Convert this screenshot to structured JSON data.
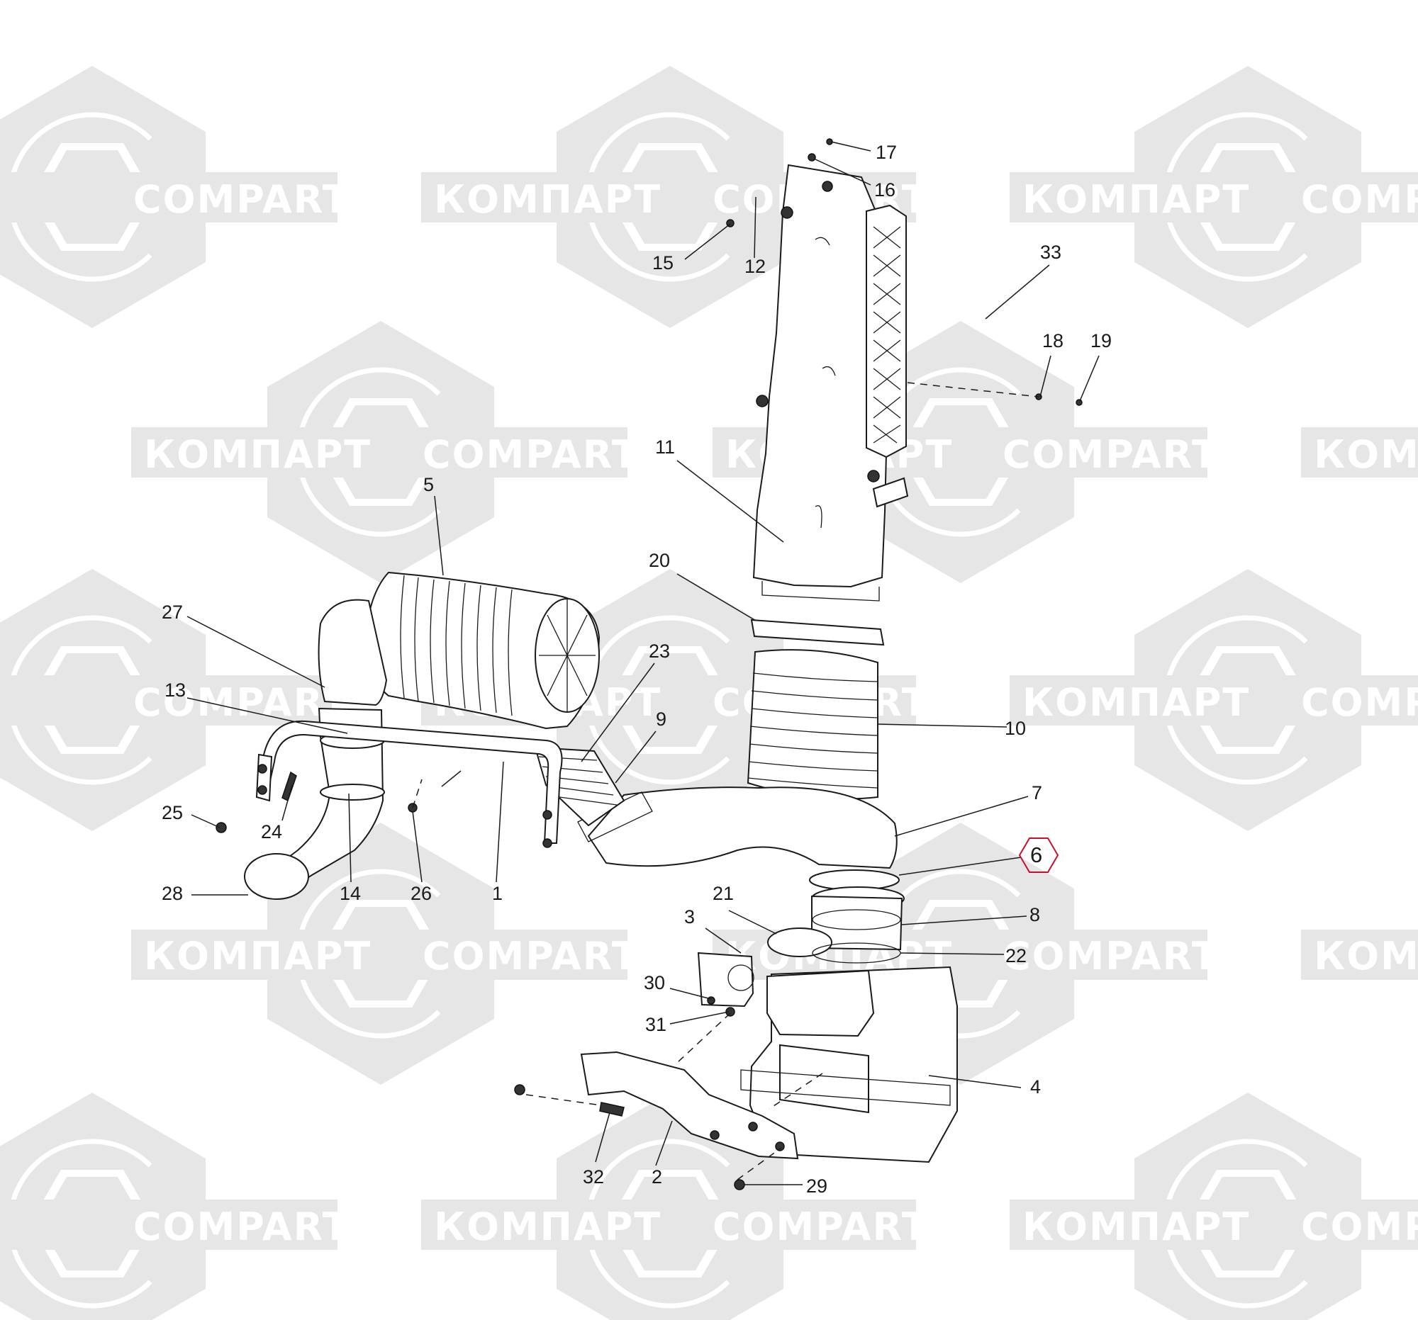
{
  "watermark": {
    "brand_latin": "COMPART",
    "brand_cyrillic": "КОМПАРТ",
    "color": "#e6e6e6"
  },
  "highlight_color": "#c8102e",
  "highlighted_callout": "6",
  "callouts": {
    "c1": "1",
    "c2": "2",
    "c3": "3",
    "c4": "4",
    "c5": "5",
    "c6": "6",
    "c7": "7",
    "c8": "8",
    "c9": "9",
    "c10": "10",
    "c11": "11",
    "c12": "12",
    "c13": "13",
    "c14": "14",
    "c15": "15",
    "c16": "16",
    "c17": "17",
    "c18": "18",
    "c19": "19",
    "c20": "20",
    "c21": "21",
    "c22": "22",
    "c23": "23",
    "c24": "24",
    "c25": "25",
    "c26": "26",
    "c27": "27",
    "c28": "28",
    "c29": "29",
    "c30": "30",
    "c31": "31",
    "c32": "32",
    "c33": "33"
  }
}
